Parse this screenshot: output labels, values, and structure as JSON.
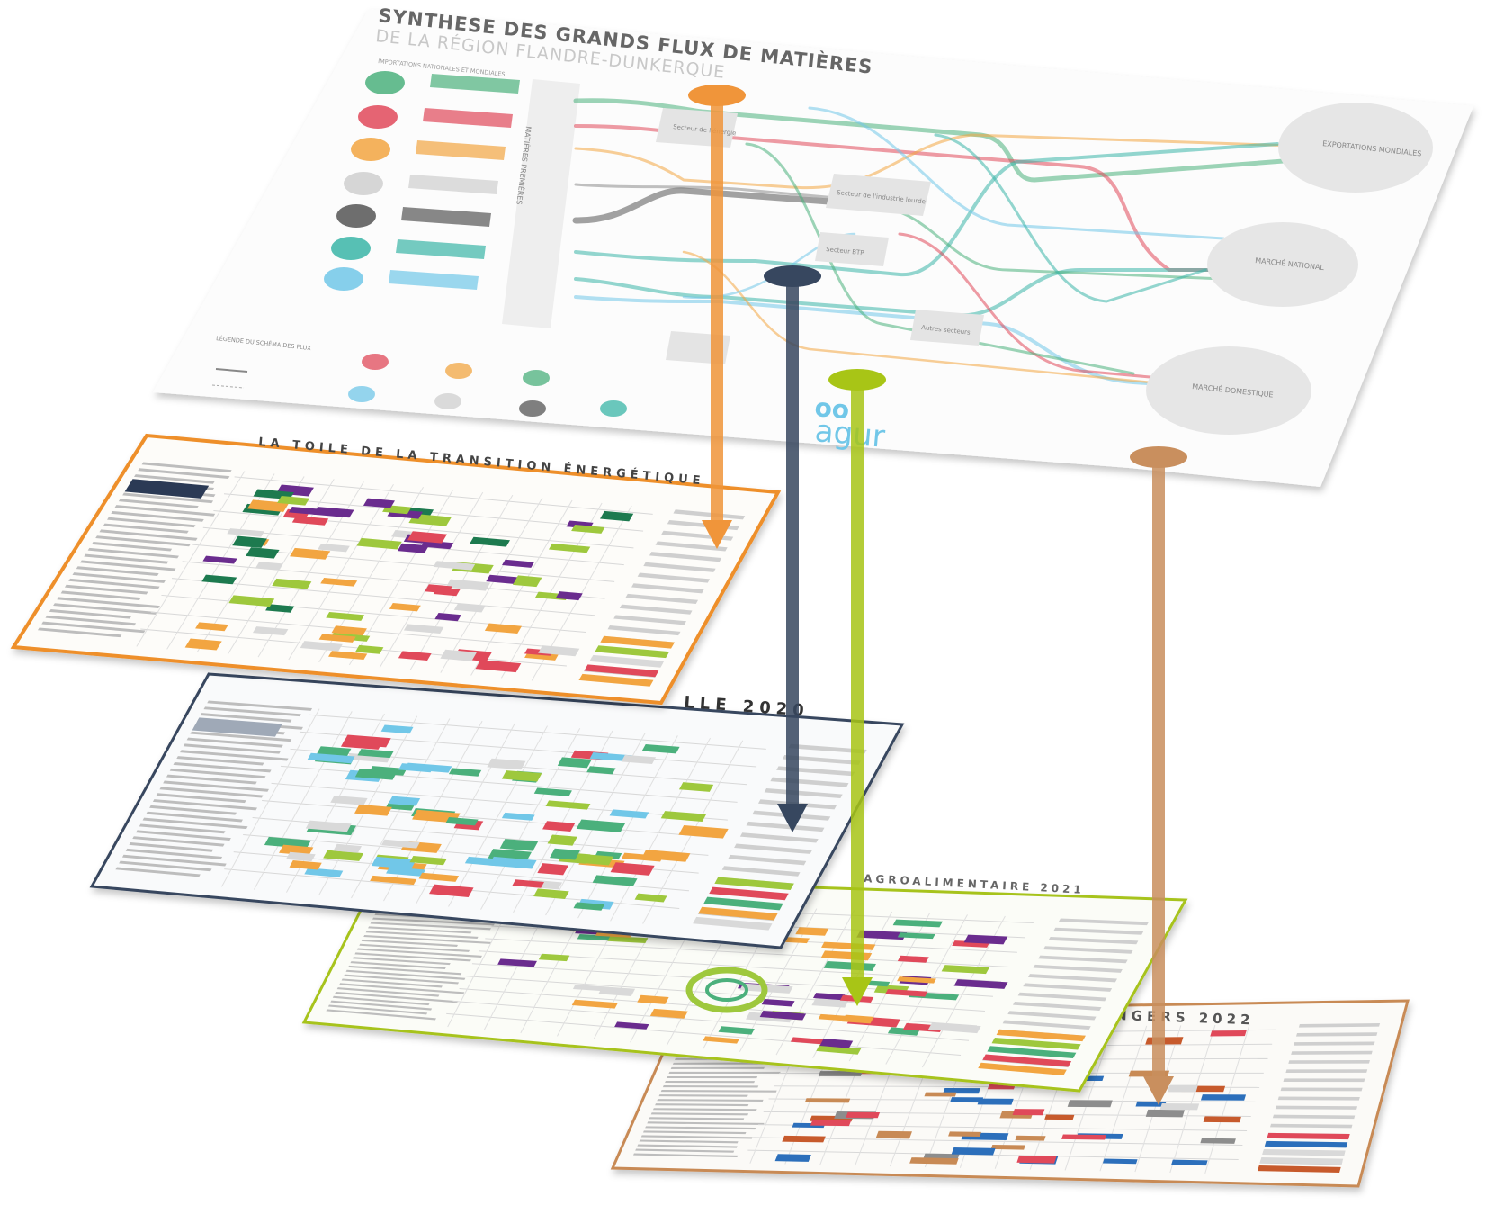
{
  "top_sheet": {
    "title_line1": "SYNTHESE DES GRANDS FLUX DE MATIÈRES",
    "title_line2": "DE LA RÉGION FLANDRE-DUNKERQUE",
    "left_caption": "IMPORTATIONS NATIONALES ET MONDIALES",
    "vertical_caption": "MATIÈRES PREMIÈRES",
    "destinations": [
      "EXPORTATIONS MONDIALES",
      "MARCHÉ NATIONAL",
      "MARCHÉ DOMESTIQUE"
    ],
    "sectors": [
      "Secteur de l'énergie",
      "Secteur de l'industrie lourde",
      "Secteur BTP",
      "Autres secteurs"
    ],
    "legend_title": "LÉGENDE DU SCHÉMA DES FLUX",
    "brand": "agur"
  },
  "sheets": [
    {
      "title": "LA TOILE DE LA TRANSITION ÉNERGÉTIQUE",
      "border": "#ee8f2b"
    },
    {
      "title": "LLE 2020",
      "border": "#37475f"
    },
    {
      "title": "AGROALIMENTAIRE 2021",
      "border": "#a7c31f"
    },
    {
      "title": "NGERS 2022",
      "border": "#c88a55"
    }
  ],
  "connectors": [
    {
      "color": "#f0953a",
      "target": "sheet-1"
    },
    {
      "color": "#37475f",
      "target": "sheet-2"
    },
    {
      "color": "#a8c516",
      "target": "sheet-3"
    },
    {
      "color": "#c98f5e",
      "target": "sheet-4"
    }
  ],
  "palette": {
    "green": "#4bb07c",
    "red": "#e0495a",
    "orange": "#f2a541",
    "teal": "#3ab5a7",
    "cyan": "#71c7e8",
    "grey": "#8c8c8c",
    "purple": "#6a2c8e",
    "darkgreen": "#1d7a4f",
    "blue": "#2c6fbb"
  }
}
